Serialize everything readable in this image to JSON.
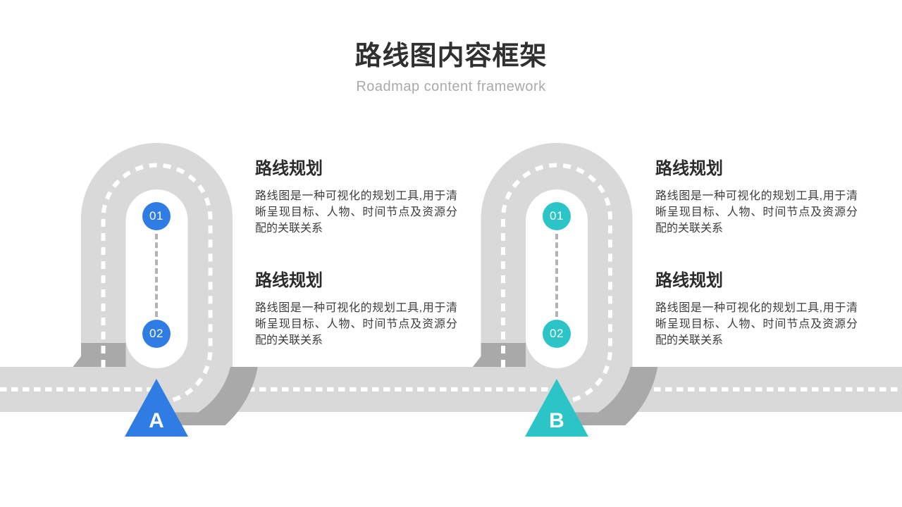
{
  "title": "路线图内容框架",
  "subtitle": "Roadmap content framework",
  "colors": {
    "road_gray": "#d9d9d9",
    "shadow_gray": "#a9a9a9",
    "route_a_blue": "#2e7ce4",
    "route_b_teal": "#2cc5c7"
  },
  "routes": [
    {
      "marker": "A",
      "milestones": [
        {
          "number": "01"
        },
        {
          "number": "02"
        }
      ],
      "sections": [
        {
          "heading": "路线规划",
          "body": "路线图是一种可视化的规划工具,用于清晰呈现目标、人物、时间节点及资源分配的关联关系"
        },
        {
          "heading": "路线规划",
          "body": "路线图是一种可视化的规划工具,用于清晰呈现目标、人物、时间节点及资源分配的关联关系"
        }
      ]
    },
    {
      "marker": "B",
      "milestones": [
        {
          "number": "01"
        },
        {
          "number": "02"
        }
      ],
      "sections": [
        {
          "heading": "路线规划",
          "body": "路线图是一种可视化的规划工具,用于清晰呈现目标、人物、时间节点及资源分配的关联关系"
        },
        {
          "heading": "路线规划",
          "body": "路线图是一种可视化的规划工具,用于清晰呈现目标、人物、时间节点及资源分配的关联关系"
        }
      ]
    }
  ]
}
